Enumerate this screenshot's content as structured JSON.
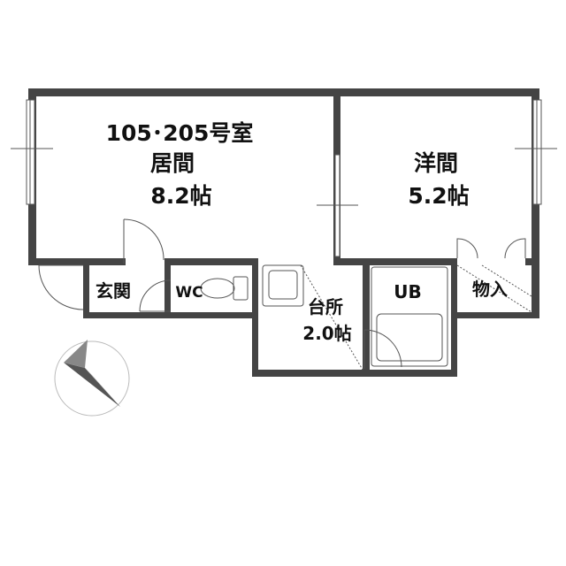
{
  "plan": {
    "title": "105･205号室",
    "rooms": {
      "living": {
        "name": "居間",
        "size": "8.2帖"
      },
      "western": {
        "name": "洋間",
        "size": "5.2帖"
      },
      "kitchen": {
        "name": "台所",
        "size": "2.0帖"
      },
      "entrance": {
        "name": "玄関"
      },
      "toilet": {
        "name": "WC"
      },
      "bath": {
        "name": "UB"
      },
      "storage": {
        "name": "物入"
      }
    }
  },
  "colors": {
    "wall": "#444444",
    "line": "#555555",
    "compass_dark": "#555555",
    "compass_light": "#bbbbbb"
  },
  "icons": [
    "compass-icon",
    "toilet-icon",
    "bathtub-icon",
    "sink-icon"
  ]
}
